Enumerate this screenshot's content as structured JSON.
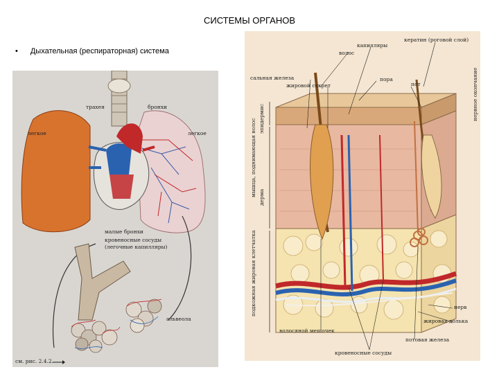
{
  "slide": {
    "title": "СИСТЕМЫ ОРГАНОВ",
    "bullet_marker": "•",
    "bullet_text": "Дыхательная (респираторная) система"
  },
  "lung_figure": {
    "labels": {
      "trachea": "трахея",
      "bronchi": "бронхи",
      "lung_left": "легкое",
      "lung_right": "легкое",
      "small_bronchi": "малые бронхи",
      "vessels": "кровеносные сосуды",
      "capillaries": "(легочные капилляры)",
      "alveola": "альвеола",
      "ref": "см. рис. 2.4.2."
    }
  },
  "skin_figure": {
    "labels": {
      "keratin": "кератин (роговой слой)",
      "capillaries": "капилляры",
      "hair": "волос",
      "sebaceous": "сальная железа",
      "sebum": "жировой секрет",
      "pore": "пора",
      "sweat": "пот",
      "nerve_ending": "нервное окончание",
      "muscle": "мышца, поднимающая волос",
      "epidermis": "эпидермис",
      "dermis": "дерма",
      "fat_tissue": "подкожная жировая клетчатка",
      "nerve": "нерв",
      "fat_lobule": "жировая долька",
      "follicle": "волосяной мешочек",
      "sweat_gland": "потовая железа",
      "blood_vessels": "кровеносные сосуды"
    }
  },
  "colors": {
    "lung": "#d8732e",
    "lung_right": "#ead2d2",
    "artery": "#c0282a",
    "vein": "#2a62b0",
    "skin_top": "#d9b48a",
    "fat": "#f5e3b0"
  }
}
